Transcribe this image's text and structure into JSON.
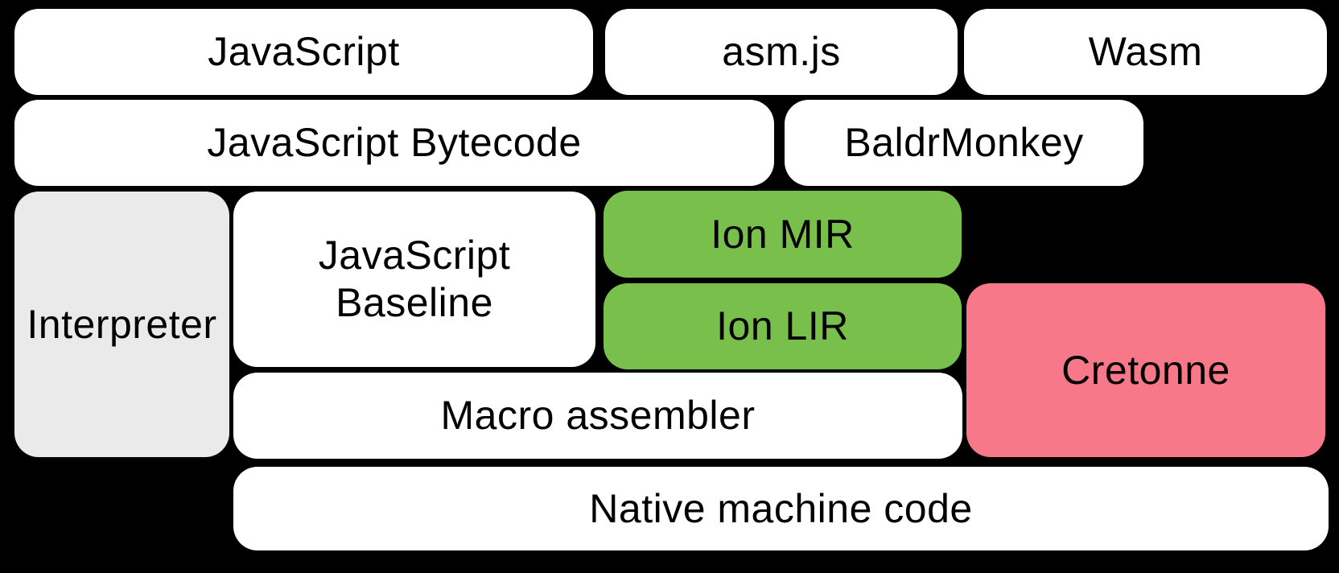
{
  "diagram": {
    "background": "#000000",
    "text_color": "#000000",
    "colors": {
      "default_node": "#FFFFFF",
      "interpreter_node": "#EAEAEA",
      "ion_node": "#79BF4B",
      "cretonne_node": "#F67889"
    },
    "nodes": [
      {
        "id": "javascript",
        "label": "JavaScript",
        "color": "#FFFFFF"
      },
      {
        "id": "asmjs",
        "label": "asm.js",
        "color": "#FFFFFF"
      },
      {
        "id": "wasm",
        "label": "Wasm",
        "color": "#FFFFFF"
      },
      {
        "id": "javascript-bytecode",
        "label": "JavaScript Bytecode",
        "color": "#FFFFFF"
      },
      {
        "id": "baldrmonkey",
        "label": "BaldrMonkey",
        "color": "#FFFFFF"
      },
      {
        "id": "interpreter",
        "label": "Interpreter",
        "color": "#EAEAEA"
      },
      {
        "id": "javascript-baseline",
        "label": "JavaScript Baseline",
        "color": "#FFFFFF"
      },
      {
        "id": "ion-mir",
        "label": "Ion MIR",
        "color": "#79BF4B"
      },
      {
        "id": "ion-lir",
        "label": "Ion LIR",
        "color": "#79BF4B"
      },
      {
        "id": "cretonne",
        "label": "Cretonne",
        "color": "#F67889"
      },
      {
        "id": "macro-assembler",
        "label": "Macro assembler",
        "color": "#FFFFFF"
      },
      {
        "id": "native-machine-code",
        "label": "Native machine code",
        "color": "#FFFFFF"
      }
    ]
  }
}
